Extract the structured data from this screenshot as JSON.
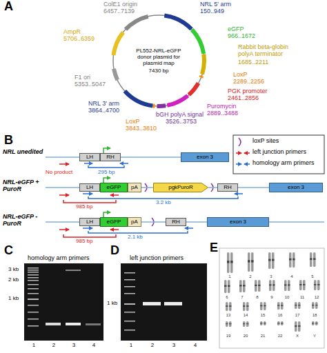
{
  "diagram": {
    "nodes": [
      {
        "text": [
          "PL552-NRL-eGFP donor plasmid for plasmid map",
          "7430 bp"
        ]
      },
      {
        "text": [
          "LH"
        ]
      },
      {
        "text": [
          "RH"
        ]
      },
      {
        "text": [
          "exon 3"
        ]
      },
      {
        "text": [
          "LH"
        ]
      },
      {
        "text": [
          "eGFP"
        ]
      },
      {
        "text": [
          "pA"
        ]
      },
      {
        "text": [
          "pgkPuroR"
        ]
      },
      {
        "text": [
          "RH"
        ]
      },
      {
        "text": [
          "exon 3"
        ]
      },
      {
        "text": [
          "LH"
        ]
      },
      {
        "text": [
          "eGFP"
        ]
      },
      {
        "text": [
          "pA"
        ]
      },
      {
        "text": [
          "RH"
        ]
      },
      {
        "text": [
          "exon 3"
        ]
      }
    ],
    "edges": [
      {
        "from": 2,
        "to": 3,
        "arrow": "none"
      },
      {
        "from": 6,
        "to": 7,
        "arrow": "none"
      },
      {
        "from": 7,
        "to": 8,
        "arrow": "none"
      },
      {
        "from": 8,
        "to": 9,
        "arrow": "none"
      },
      {
        "from": 12,
        "to": 13,
        "arrow": "none"
      },
      {
        "from": 13,
        "to": 14,
        "arrow": "none"
      }
    ],
    "labels": [
      "A",
      "ColE1 origin",
      "6457..7139",
      "NRL 5' arm",
      "150..949",
      "AmpR",
      "5706..6359",
      "eGFP",
      "966..1672",
      "Rabbit beta-globin polyA terminator",
      "1685..2211",
      "F1 ori",
      "5353..5047",
      "LoxP",
      "2289..2256",
      "PGK promoter",
      "2461..2856",
      "NRL 3' arm",
      "3864..4700",
      "Puromycin",
      "2889..3488",
      "bGH polyA signal",
      "3526..3753",
      "LoxP",
      "3843..3810",
      "B",
      "NRL unedited",
      "No product",
      "295 bp",
      "NRL-eGFP + PuroR",
      "985 bp",
      "3.2 kb",
      "NRL-eGFP - PuroR",
      "985 bp",
      "2.1 kb",
      "C",
      "homology arm primers",
      "3 kb",
      "2 kb",
      "1 kb",
      "1",
      "2",
      "3",
      "4",
      "D",
      "left junction primers",
      "1 kb",
      "1",
      "2",
      "3",
      "4",
      "E",
      "1",
      "2",
      "3",
      "4",
      "5",
      "6",
      "7",
      "8",
      "9",
      "10",
      "11",
      "12",
      "13",
      "14",
      "15",
      "16",
      "17",
      "18",
      "19",
      "20",
      "21",
      "22",
      "X",
      "Y"
    ],
    "legend": [
      {
        "text": "loxP sites"
      },
      {
        "text": "left junction primers"
      },
      {
        "text": "homology arm primers"
      }
    ]
  }
}
